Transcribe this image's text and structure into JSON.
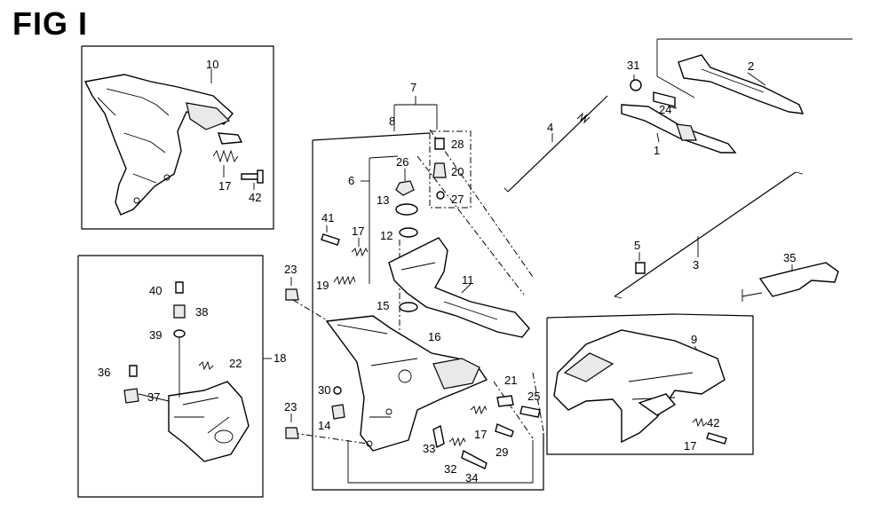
{
  "figure": {
    "title": "FIG I",
    "callouts": [
      "1",
      "2",
      "3",
      "4",
      "5",
      "6",
      "7",
      "8",
      "9",
      "10",
      "11",
      "12",
      "13",
      "14",
      "15",
      "16",
      "17",
      "18",
      "19",
      "20",
      "21",
      "22",
      "23",
      "24",
      "25",
      "26",
      "27",
      "28",
      "29",
      "30",
      "31",
      "32",
      "33",
      "34",
      "35",
      "36",
      "37",
      "38",
      "39",
      "40",
      "41",
      "42"
    ]
  },
  "labels": {
    "n10": "10",
    "n17a": "17",
    "n42a": "42",
    "n31": "31",
    "n2": "2",
    "n24": "24",
    "n1": "1",
    "n4": "4",
    "n5": "5",
    "n3": "3",
    "n35": "35",
    "n7": "7",
    "n8": "8",
    "n6": "6",
    "n28": "28",
    "n20": "20",
    "n27": "27",
    "n26": "26",
    "n13": "13",
    "n12": "12",
    "n41": "41",
    "n17b": "17",
    "n19": "19",
    "n23a": "23",
    "n11": "11",
    "n15": "15",
    "n16": "16",
    "n40": "40",
    "n38": "38",
    "n39": "39",
    "n18": "18",
    "n22": "22",
    "n36": "36",
    "n37": "37",
    "n30": "30",
    "n14": "14",
    "n23b": "23",
    "n21": "21",
    "n25": "25",
    "n17c": "17",
    "n29": "29",
    "n33": "33",
    "n32": "32",
    "n34": "34",
    "n9": "9",
    "n42b": "42",
    "n17d": "17"
  }
}
